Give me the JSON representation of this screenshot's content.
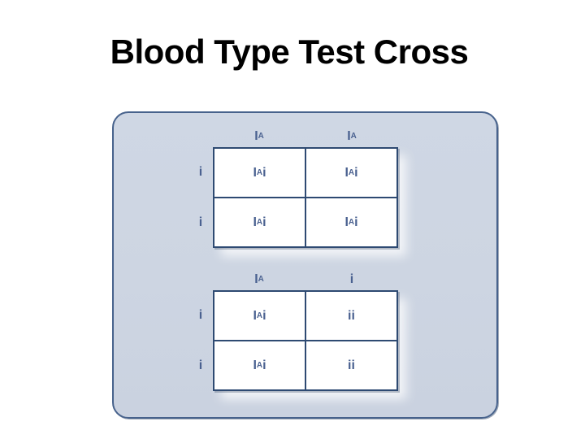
{
  "title": "Blood Type Test Cross",
  "colors": {
    "background": "#ffffff",
    "title_text": "#000000",
    "panel_fill": "#cdd5e2",
    "panel_border": "#47628c",
    "table_border": "#2e4a72",
    "genotype_text": "#4a6190",
    "cell_fill": "#ffffff"
  },
  "punnett_squares": [
    {
      "name": "cross-IAIA-x-ii",
      "col_headers": [
        "I^A",
        "I^A"
      ],
      "row_headers": [
        "i",
        "i"
      ],
      "cells": [
        [
          "I^Ai",
          "I^Ai"
        ],
        [
          "I^Ai",
          "I^Ai"
        ]
      ]
    },
    {
      "name": "cross-IAi-x-ii",
      "col_headers": [
        "I^A",
        "i"
      ],
      "row_headers": [
        "i",
        "i"
      ],
      "cells": [
        [
          "I^Ai",
          "ii"
        ],
        [
          "I^Ai",
          "ii"
        ]
      ]
    }
  ]
}
